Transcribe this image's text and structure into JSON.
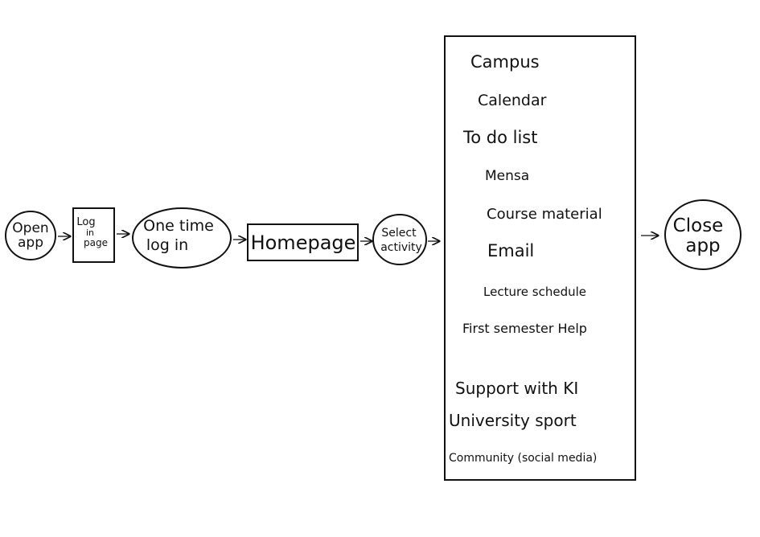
{
  "flow": {
    "open_app": [
      "Open",
      "app"
    ],
    "login_page": [
      "Log",
      "in",
      "page"
    ],
    "one_time_login": [
      "One time",
      "log in"
    ],
    "homepage": "Homepage",
    "select_activity": [
      "Select",
      "activity"
    ],
    "close_app": [
      "Close",
      "app"
    ]
  },
  "activities": [
    "Campus",
    "Calendar",
    "To do list",
    "Mensa",
    "Course material",
    "Email",
    "Lecture schedule",
    "First semester Help",
    "Support with KI",
    "University sport",
    "Community (social media)"
  ],
  "colors": {
    "stroke": "#111111",
    "background": "#ffffff"
  }
}
